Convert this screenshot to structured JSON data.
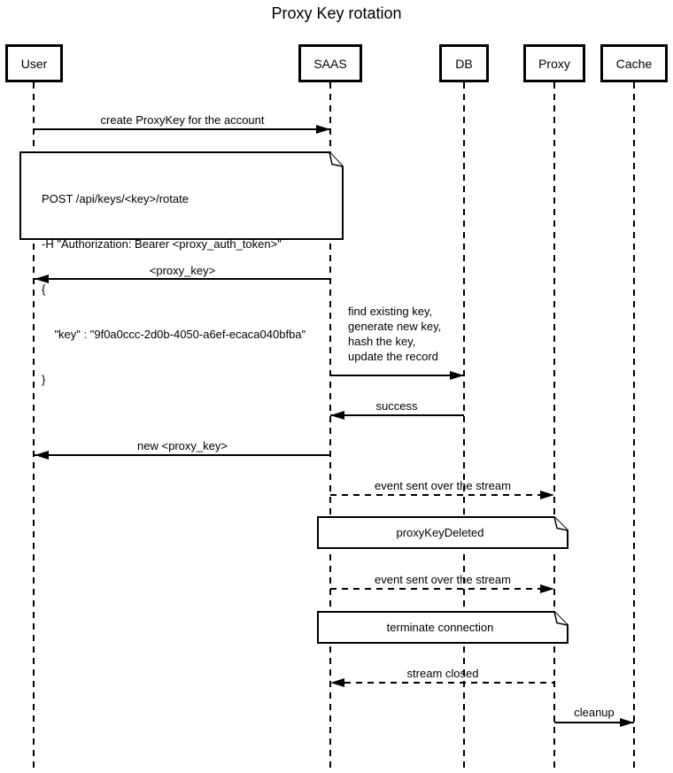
{
  "title": "Proxy Key rotation",
  "actors": [
    {
      "name": "User"
    },
    {
      "name": "SAAS"
    },
    {
      "name": "DB"
    },
    {
      "name": "Proxy"
    },
    {
      "name": "Cache"
    }
  ],
  "messages": [
    {
      "label": "create ProxyKey for the account",
      "from": "User",
      "to": "SAAS",
      "line": "solid"
    },
    {
      "label": "<proxy_key>",
      "from": "SAAS",
      "to": "User",
      "line": "solid"
    },
    {
      "from": "SAAS",
      "to": "DB",
      "line": "solid",
      "lines": [
        "find existing key,",
        "generate new key,",
        "hash the key,",
        "update the record"
      ]
    },
    {
      "label": "success",
      "from": "DB",
      "to": "SAAS",
      "line": "solid"
    },
    {
      "label": "new <proxy_key>",
      "from": "SAAS",
      "to": "User",
      "line": "solid"
    },
    {
      "label": "event sent over the stream",
      "from": "SAAS",
      "to": "Proxy",
      "line": "dashed"
    },
    {
      "label": "event sent over the stream",
      "from": "SAAS",
      "to": "Proxy",
      "line": "dashed"
    },
    {
      "label": "stream closed",
      "from": "Proxy",
      "to": "SAAS",
      "line": "dashed"
    },
    {
      "label": "cleanup",
      "from": "Proxy",
      "to": "Cache",
      "line": "solid"
    }
  ],
  "notes": [
    {
      "lines": [
        "POST /api/keys/<key>/rotate",
        "-H \"Authorization: Bearer <proxy_auth_token>\"",
        "{",
        "    \"key\" : \"9f0a0ccc-2d0b-4050-a6ef-ecaca040bfba\"",
        "}"
      ],
      "span": "User-SAAS"
    },
    {
      "label": "proxyKeyDeleted",
      "span": "SAAS-Proxy"
    },
    {
      "label": "terminate connection",
      "span": "SAAS-Proxy"
    }
  ]
}
